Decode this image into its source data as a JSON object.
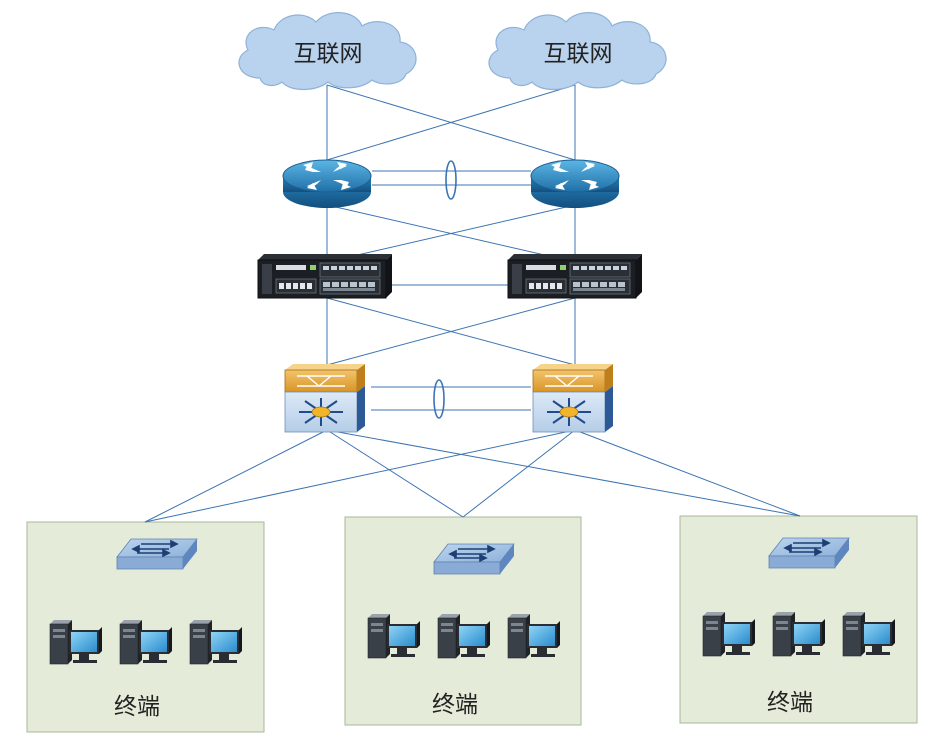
{
  "clouds": [
    {
      "label": "互联网"
    },
    {
      "label": "互联网"
    }
  ],
  "groups": [
    {
      "label": "终端"
    },
    {
      "label": "终端"
    },
    {
      "label": "终端"
    }
  ],
  "colors": {
    "link": "#3b74b3",
    "cloud_fill": "#b9d3ef",
    "cloud_stroke": "#8fb2d8",
    "router": "#2f8bc3",
    "switch_top": "#e4a640",
    "switch_bottom": "#c9ddf1",
    "group_fill": "#e4ecd9",
    "group_stroke": "#a9b69a"
  }
}
